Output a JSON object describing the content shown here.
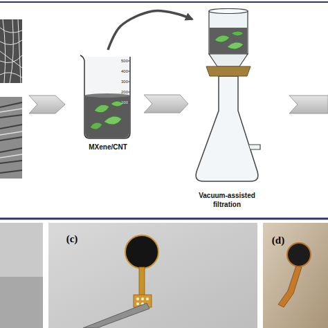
{
  "diagram": {
    "nodes": [
      {
        "text": [
          "MXene/CNT"
        ]
      },
      {
        "text": [
          "Vacuum-assisted filtration"
        ]
      }
    ],
    "edges": [
      {
        "from": 0,
        "to": 1,
        "arrow": "to"
      },
      {
        "from": 0,
        "to": 1,
        "arrow": "to"
      }
    ],
    "labels": [
      "500",
      "400",
      "300",
      "200",
      "100",
      "(c)",
      "(d)"
    ]
  }
}
